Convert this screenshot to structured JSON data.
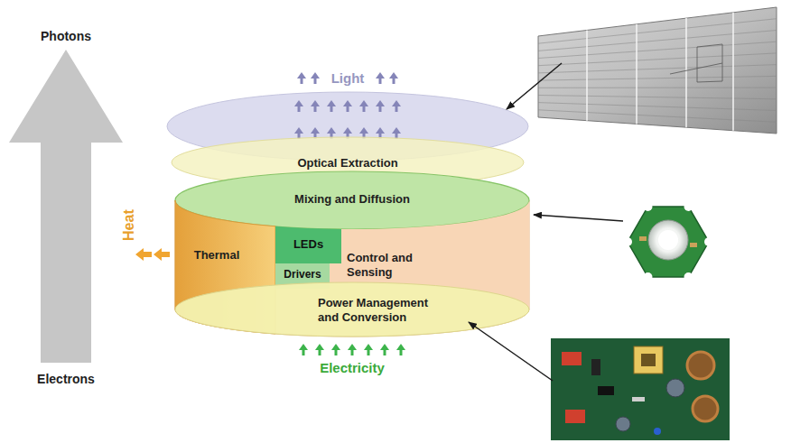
{
  "diagram": {
    "nodes": [
      {
        "text": [
          "Light"
        ]
      },
      {
        "text": [
          "Optical Extraction"
        ]
      },
      {
        "text": [
          "Mixing and Diffusion"
        ]
      },
      {
        "text": [
          "Thermal"
        ]
      },
      {
        "text": [
          "LEDs"
        ]
      },
      {
        "text": [
          "Drivers"
        ]
      },
      {
        "text": [
          "Control and Sensing"
        ]
      },
      {
        "text": [
          "Power Management and Conversion"
        ]
      }
    ],
    "labels": [
      "Photons",
      "Electrons",
      "Heat",
      "Electricity"
    ]
  }
}
